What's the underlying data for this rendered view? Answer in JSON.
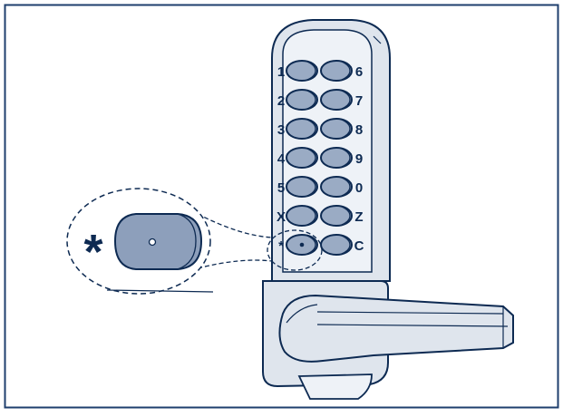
{
  "colors": {
    "outline": "#0d2a52",
    "frame": "#1f3f6d",
    "body_fill": "#dfe5ed",
    "body_light": "#eef2f7",
    "button_fill": "#9aabc4",
    "button_shade": "#7f93b2",
    "zoom_button": "#8d9fbb",
    "background": "#ffffff"
  },
  "keypad": {
    "left_labels": [
      "1",
      "2",
      "3",
      "4",
      "5",
      "X",
      "*"
    ],
    "right_labels": [
      "6",
      "7",
      "8",
      "9",
      "0",
      "Z",
      "C"
    ]
  },
  "callout": {
    "symbol": "*"
  }
}
